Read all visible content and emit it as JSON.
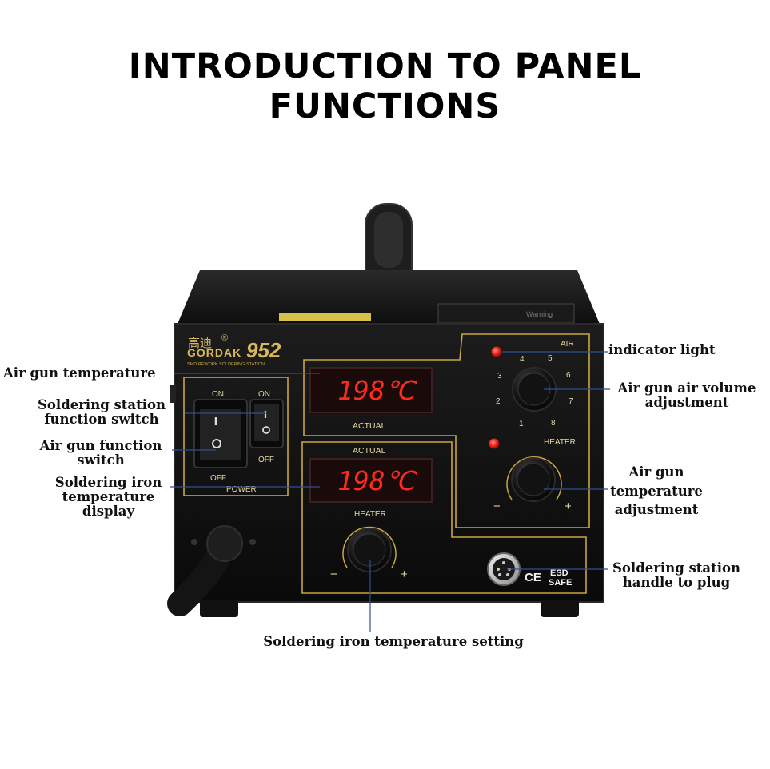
{
  "title": {
    "line1": "INTRODUCTION TO PANEL",
    "line2": "FUNCTIONS"
  },
  "device": {
    "brand_chinese": "高迪",
    "brand_mark": "®",
    "brand_name": "GORDAK",
    "model": "952",
    "subtitle": "SMD REWORK SOLDERING STATION",
    "top_display_value": "198℃",
    "top_display_label": "ACTUAL",
    "bottom_display_label": "ACTUAL",
    "bottom_display_value": "198℃",
    "switch_on_left": "ON",
    "switch_on_right": "ON",
    "switch_off_left": "OFF",
    "switch_off_right": "OFF",
    "power_label": "POWER",
    "air_label": "AIR",
    "air_dial_numbers": [
      "1",
      "2",
      "3",
      "4",
      "5",
      "6",
      "7",
      "8"
    ],
    "right_heater_label": "HEATER",
    "left_heater_label": "HEATER",
    "minus": "−",
    "plus": "+",
    "ce_mark": "CE",
    "esd_line1": "ESD",
    "esd_line2": "SAFE",
    "warning_label": "Warning"
  },
  "callouts": {
    "indicator_light": "indicator light",
    "air_gun_temperature": "Air gun temperature",
    "soldering_station_switch": [
      "Soldering station",
      "function switch"
    ],
    "air_gun_volume": [
      "Air gun air volume",
      "adjustment"
    ],
    "air_gun_function_switch": [
      "Air gun function",
      "switch"
    ],
    "soldering_iron_display": [
      "Soldering iron",
      "temperature",
      "display"
    ],
    "air_gun_temp_adjust": [
      "Air gun",
      "temperature",
      "adjustment"
    ],
    "handle_plug": [
      "Soldering station",
      "handle to plug"
    ],
    "iron_temp_setting": "Soldering iron temperature setting"
  },
  "colors": {
    "panel_black": "#111111",
    "gold_line": "#c9a640",
    "led_red": "#ff2a1e",
    "display_bg": "#1a0a0a"
  }
}
